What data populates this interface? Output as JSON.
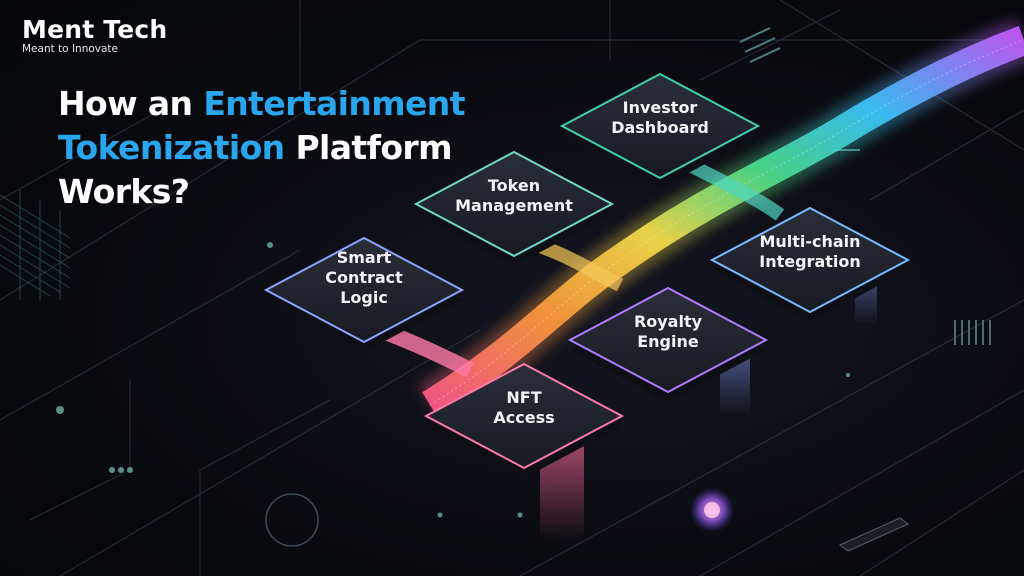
{
  "brand": {
    "name": "Ment Tech",
    "tagline": "Meant to Innovate"
  },
  "headline": {
    "line1_prefix": "How an ",
    "line1_accent": "Entertainment",
    "line2_accent": "Tokenization",
    "line2_suffix": " Platform",
    "line3": "Works?"
  },
  "components": [
    {
      "label": "Investor\nDashboard",
      "edge": "#3fd0b0"
    },
    {
      "label": "Token\nManagement",
      "edge": "#6fd8c8"
    },
    {
      "label": "Multi-chain\nIntegration",
      "edge": "#7ab8ff"
    },
    {
      "label": "Smart\nContract\nLogic",
      "edge": "#8aa4ff"
    },
    {
      "label": "Royalty\nEngine",
      "edge": "#b07cff"
    },
    {
      "label": "NFT\nAccess",
      "edge": "#ff7aa8"
    }
  ],
  "colors": {
    "accent": "#2aa6ee",
    "background": "#07080c"
  }
}
